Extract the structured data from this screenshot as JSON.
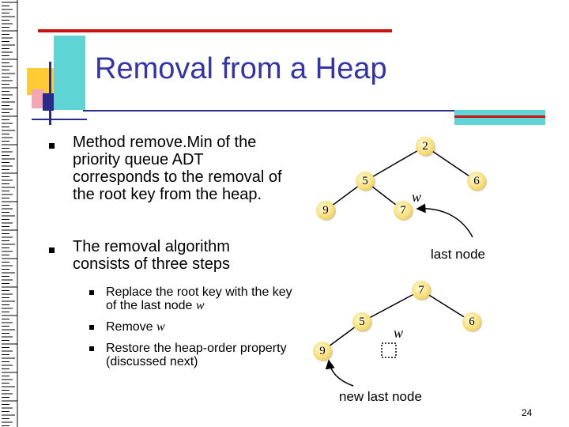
{
  "slide": {
    "title": "Removal from a Heap",
    "page_number": "24",
    "accent_colors": {
      "title": "#3333aa",
      "red_bar": "#cc1111",
      "teal": "#33cccc",
      "yellow": "#ffcc33",
      "navy": "#2b2b8c"
    }
  },
  "bullets": {
    "b1": "Method remove.Min of the priority queue ADT corresponds to the removal of the root key from the heap.",
    "b2": "The removal algorithm consists of three steps",
    "sub": {
      "s1_text": "Replace the root key with the key of the last node ",
      "s1_var": "w",
      "s2_text": "Remove ",
      "s2_var": "w",
      "s3": "Restore the heap-order property (discussed next)"
    }
  },
  "tree_before": {
    "nodes": {
      "root": "2",
      "left": "5",
      "right": "6",
      "ll": "9",
      "lr": "7"
    },
    "w_label": "w",
    "caption": "last node"
  },
  "tree_after": {
    "nodes": {
      "root": "7",
      "left": "5",
      "right": "6",
      "ll": "9"
    },
    "w_label": "w",
    "caption": "new last node"
  }
}
